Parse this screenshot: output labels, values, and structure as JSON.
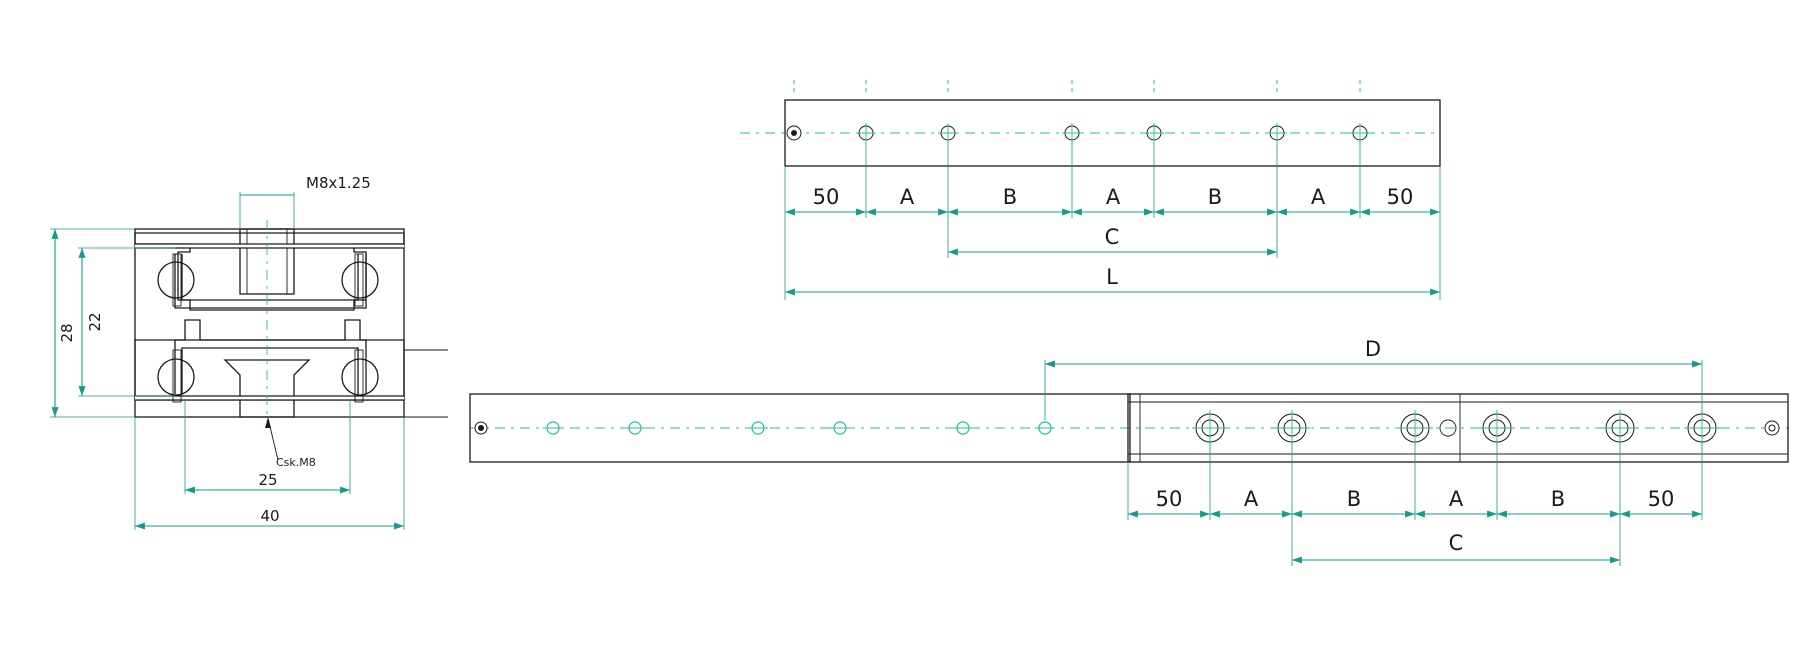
{
  "section": {
    "thread_label": "M8x1.25",
    "countersink_label": "Csk.M8",
    "dim_height_outer": "28",
    "dim_height_inner": "22",
    "dim_width_inner": "25",
    "dim_width_outer": "40"
  },
  "top_rail": {
    "dims": {
      "end_left": "50",
      "a1": "A",
      "b1": "B",
      "a2": "A",
      "b2": "B",
      "a3": "A",
      "end_right": "50",
      "c": "C",
      "l": "L"
    }
  },
  "bottom_rail": {
    "dims": {
      "d": "D",
      "end_left": "50",
      "a1": "A",
      "b1": "B",
      "a2": "A",
      "b2": "B",
      "end_right": "50",
      "c": "C"
    }
  },
  "colors": {
    "dimension": "#159a8c",
    "centerline": "#1fc48a",
    "hatch": "#c46a6a",
    "outline": "#1a1a1a"
  }
}
